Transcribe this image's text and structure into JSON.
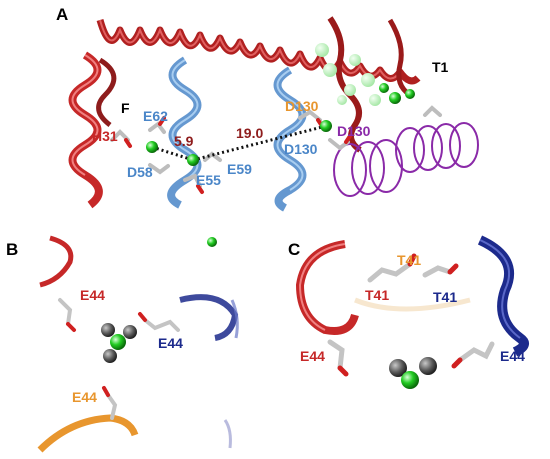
{
  "panels": {
    "A": {
      "letter": "A",
      "labels": {
        "F": "F",
        "T1": "T1",
        "E62": "E62",
        "H31": "H31",
        "D58": "D58",
        "E55": "E55",
        "E59": "E59",
        "D130_orange": "D130",
        "D130_purple": "D130",
        "D130_blue": "D130"
      },
      "distances": {
        "short": "5.9",
        "long": "19.0"
      }
    },
    "B": {
      "letter": "B",
      "labels": {
        "E44_red": "E44",
        "E44_navy": "E44",
        "E44_orange": "E44"
      }
    },
    "C": {
      "letter": "C",
      "labels": {
        "T41_orange": "T41",
        "T41_red": "T41",
        "T41_navy": "T41",
        "E44_red": "E44",
        "E44_navy": "E44"
      }
    }
  },
  "colors": {
    "red": "#c62828",
    "darkred": "#8e1c1c",
    "blue": "#4a86c8",
    "navy": "#1c2a8c",
    "orange": "#e8962e",
    "purple": "#8a2aa8",
    "green": "#2ecc2e",
    "grey": "#b8b8b8",
    "darkgrey": "#555555"
  }
}
